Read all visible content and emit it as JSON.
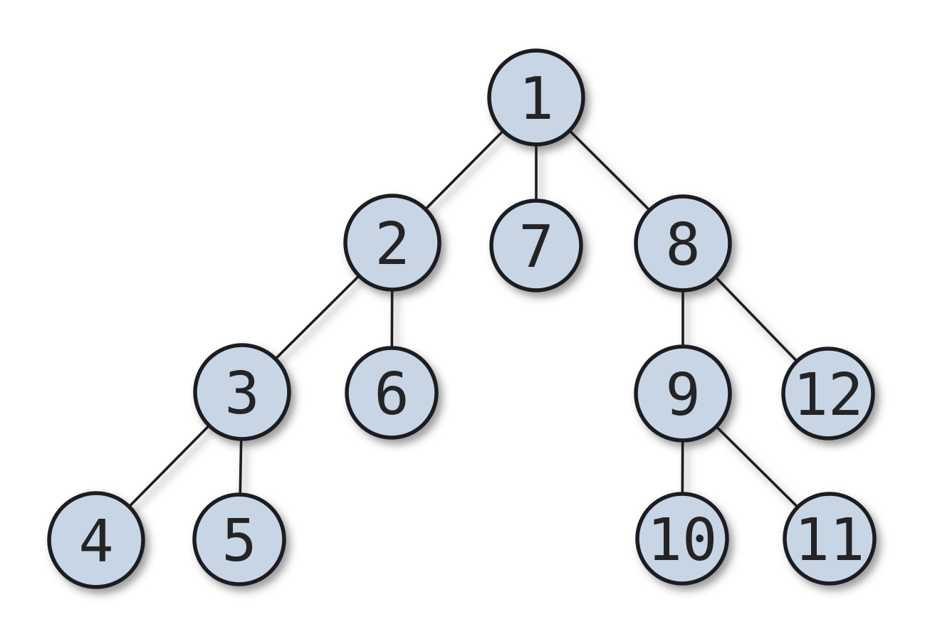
{
  "figure": {
    "kind": "tree-diagram",
    "description": "General (multiway) tree of 12 numbered nodes drawn as circles connected by straight edges on a white background",
    "node_count": 12,
    "edge_count": 11
  },
  "colors": {
    "node-fill": "#c7d5e4",
    "node-stroke": "#1e1e20",
    "edge-stroke": "#1e1e20",
    "label-color": "#242427",
    "bg": "#ffffff"
  },
  "nodes": [
    {
      "label": "1",
      "parent": null
    },
    {
      "label": "2",
      "parent": "1"
    },
    {
      "label": "3",
      "parent": "2"
    },
    {
      "label": "4",
      "parent": "3"
    },
    {
      "label": "5",
      "parent": "3"
    },
    {
      "label": "6",
      "parent": "2"
    },
    {
      "label": "7",
      "parent": "1"
    },
    {
      "label": "8",
      "parent": "1"
    },
    {
      "label": "9",
      "parent": "8"
    },
    {
      "label": "10",
      "parent": "9"
    },
    {
      "label": "11",
      "parent": "9"
    },
    {
      "label": "12",
      "parent": "8"
    }
  ],
  "edges": [
    [
      "1",
      "2"
    ],
    [
      "1",
      "7"
    ],
    [
      "1",
      "8"
    ],
    [
      "2",
      "3"
    ],
    [
      "2",
      "6"
    ],
    [
      "3",
      "4"
    ],
    [
      "3",
      "5"
    ],
    [
      "8",
      "9"
    ],
    [
      "8",
      "12"
    ],
    [
      "9",
      "10"
    ],
    [
      "9",
      "11"
    ]
  ]
}
